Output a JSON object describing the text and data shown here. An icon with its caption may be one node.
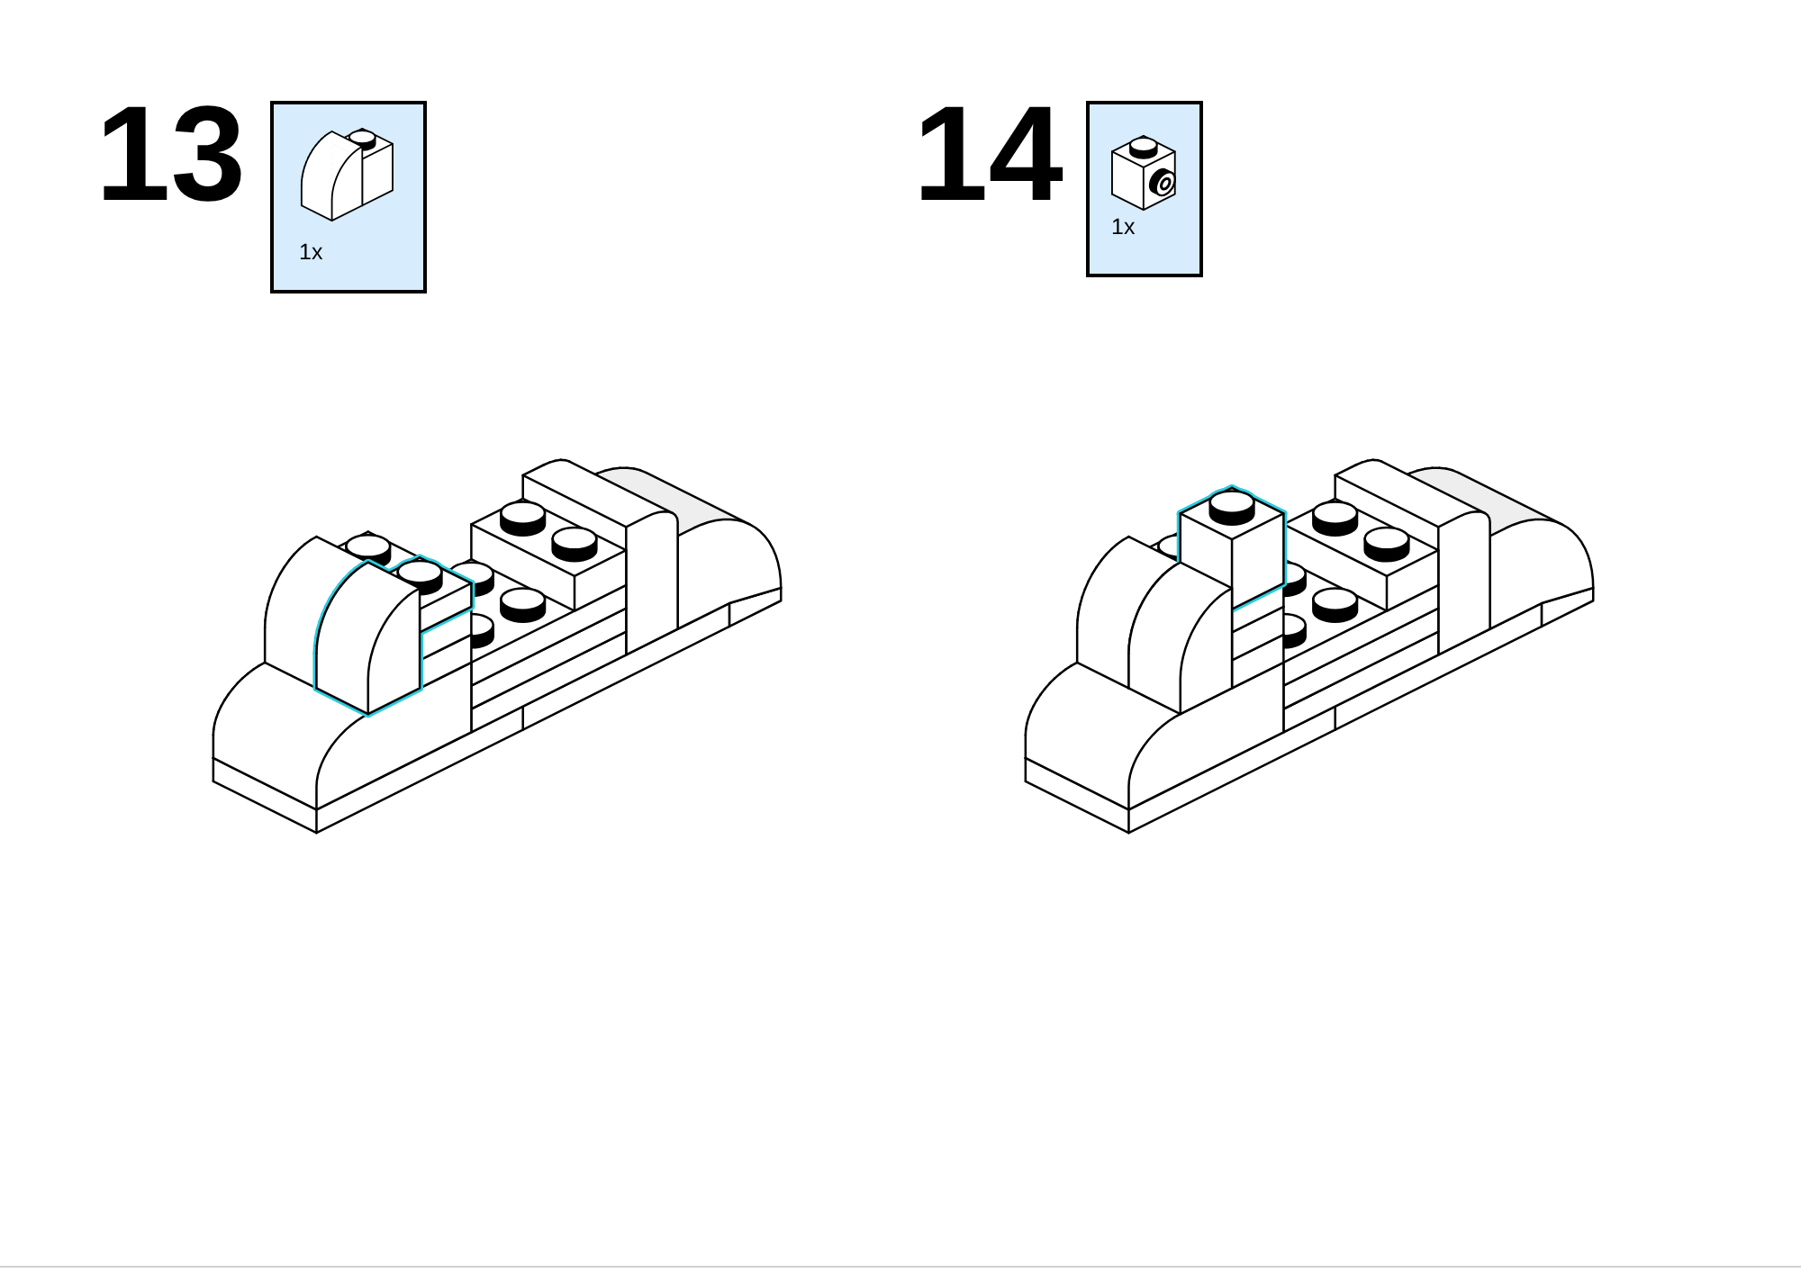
{
  "diagram": {
    "nodes": [
      {
        "text": [
          "1x"
        ]
      },
      {
        "text": [
          "1x"
        ]
      }
    ],
    "labels": [
      "13",
      "14"
    ]
  }
}
